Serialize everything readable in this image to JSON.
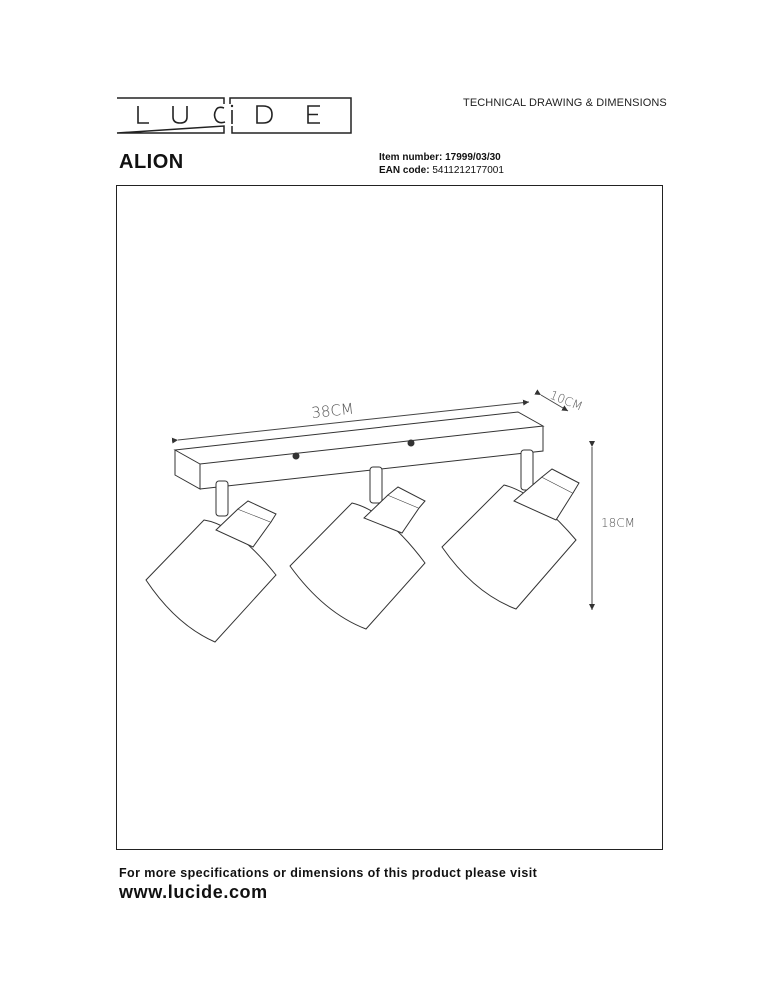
{
  "header": {
    "brand_logo": "LUCIDE",
    "title": "TECHNICAL DRAWING & DIMENSIONS"
  },
  "product": {
    "name": "ALION",
    "item_number_label": "Item number:",
    "item_number": "17999/03/30",
    "ean_label": "EAN code:",
    "ean": "5411212177001"
  },
  "drawing": {
    "description": "Ceiling spotlight bar with three adjustable spots",
    "dimensions": {
      "length": "38CM",
      "depth": "10CM",
      "height": "18CM"
    },
    "spot_count": 3
  },
  "footer": {
    "note": "For more specifications or dimensions of this product please visit",
    "link": "www.lucide.com"
  }
}
